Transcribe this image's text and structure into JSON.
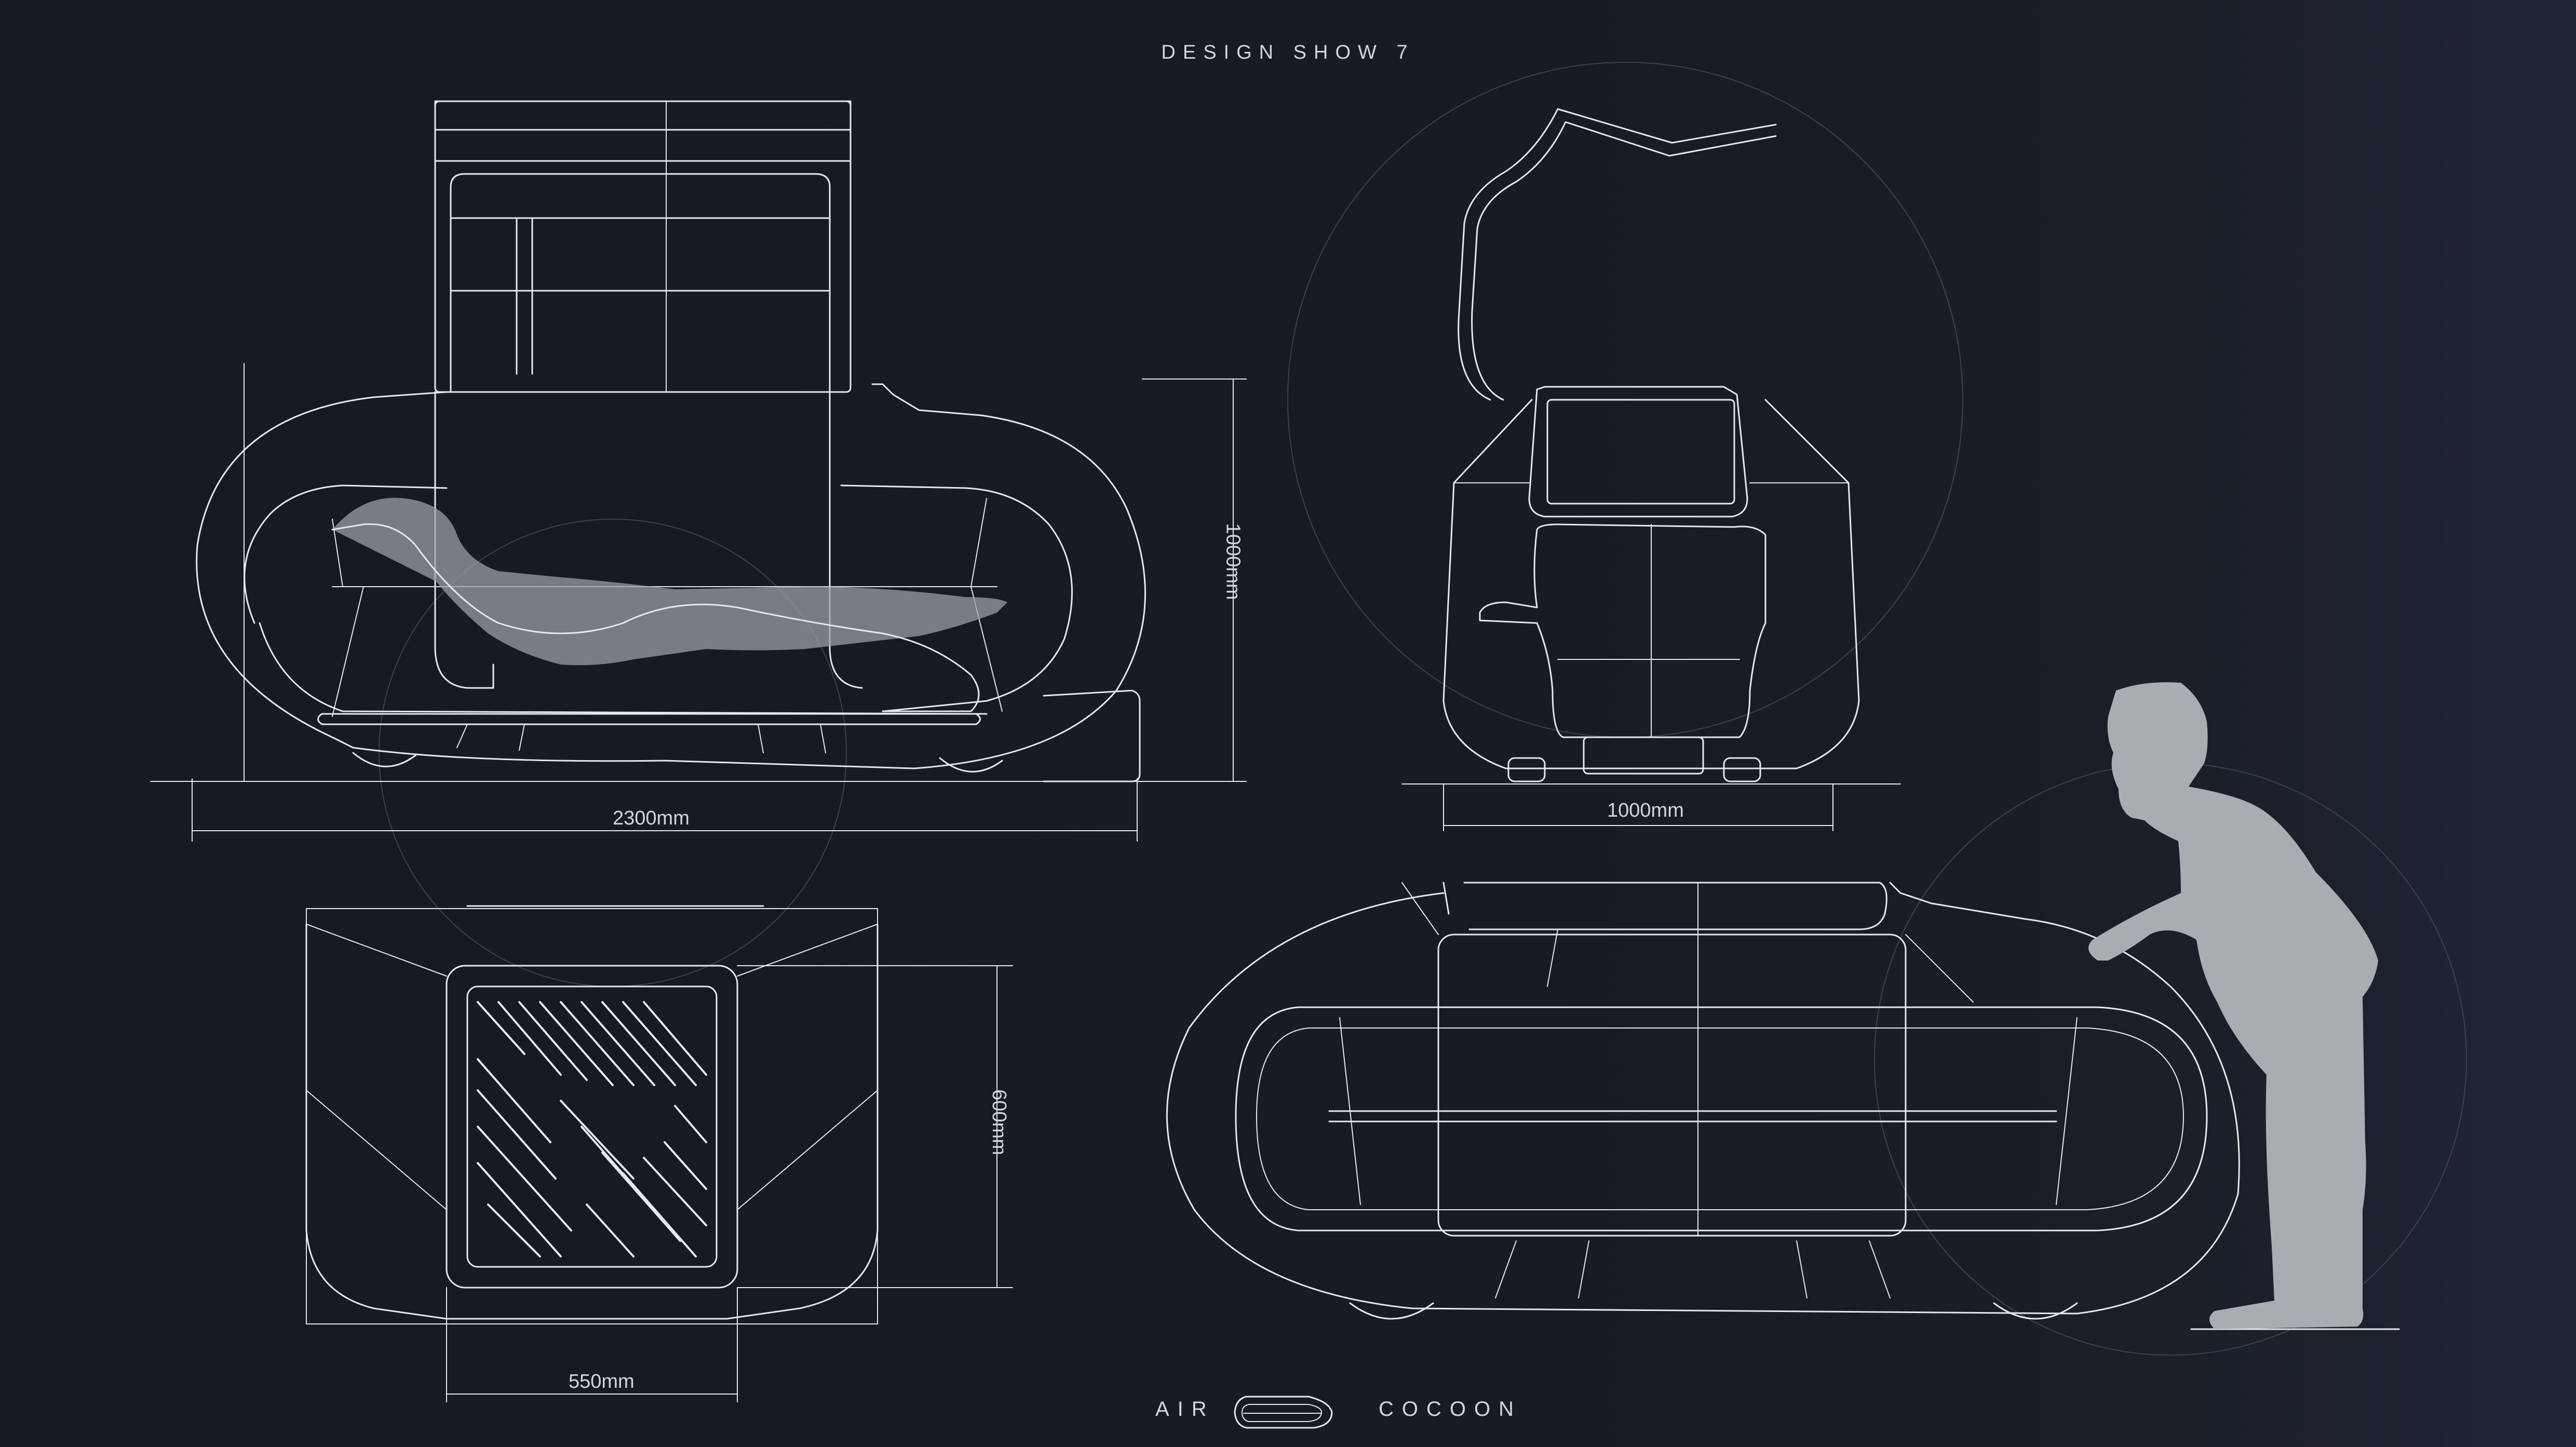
{
  "header": {
    "title": "DESIGN SHOW 7"
  },
  "dimensions": {
    "side_length": "2300mm",
    "side_height": "1000mm",
    "front_width": "1000mm",
    "top_width": "550mm",
    "top_depth": "600mm"
  },
  "footer": {
    "brand_left": "AIR",
    "brand_right": "COCOON"
  },
  "colors": {
    "background": "#171b22",
    "line": "#e6e8ec",
    "silhouette": "#a9acb1"
  }
}
